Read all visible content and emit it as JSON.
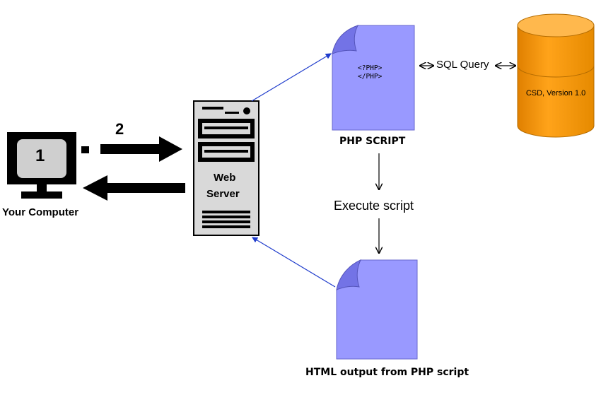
{
  "computer": {
    "label": "Your Computer",
    "step_number": "1"
  },
  "request_arrow": {
    "step_number": "2"
  },
  "server": {
    "label_line1": "Web",
    "label_line2": "Server"
  },
  "php_script": {
    "code_open": "<?PHP>",
    "code_close": "</PHP>",
    "caption": "PHP SCRIPT"
  },
  "query_link": {
    "label": "SQL Query"
  },
  "database": {
    "label": "CSD, Version 1.0"
  },
  "execute_step": {
    "label": "Execute script"
  },
  "html_output": {
    "caption": "HTML output from PHP script"
  },
  "colors": {
    "document_fill": "#9999ff",
    "database_fill": "#ff9900",
    "connector": "#1f3ccc",
    "server_fill": "#d9d9d9"
  }
}
